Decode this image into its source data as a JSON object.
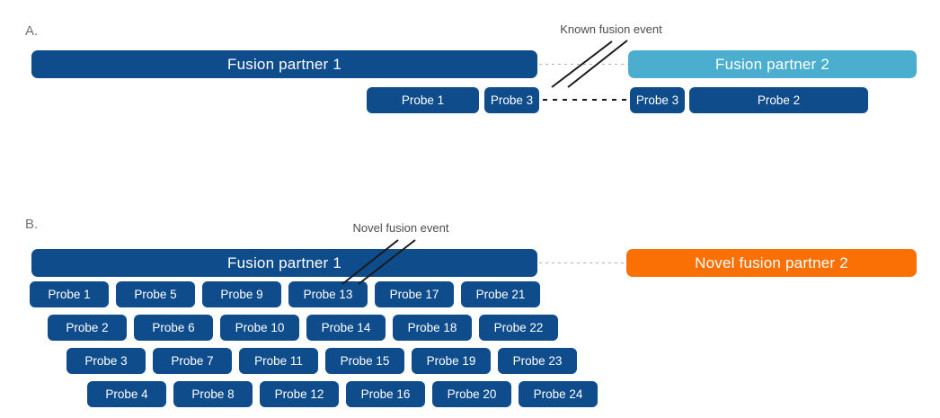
{
  "colors": {
    "dark_blue": "#0E4C8B",
    "light_blue": "#4BAECE",
    "orange": "#FB7005",
    "label_gray": "#737373",
    "annotation_gray": "#4D4D4D",
    "dash_gray": "#B3B3B3",
    "slash_black": "#1A1A1A"
  },
  "panel_a": {
    "label": "A.",
    "annotation": "Known fusion event",
    "partner1": "Fusion partner 1",
    "partner2": "Fusion partner 2",
    "probes_left": [
      "Probe 1",
      "Probe 3"
    ],
    "probes_right": [
      "Probe 3",
      "Probe 2"
    ]
  },
  "panel_b": {
    "label": "B.",
    "annotation": "Novel fusion event",
    "partner1": "Fusion partner 1",
    "partner2": "Novel fusion partner 2",
    "probe_rows": [
      [
        "Probe 1",
        "Probe 5",
        "Probe 9",
        "Probe 13",
        "Probe 17",
        "Probe 21"
      ],
      [
        "Probe 2",
        "Probe 6",
        "Probe 10",
        "Probe 14",
        "Probe 18",
        "Probe 22"
      ],
      [
        "Probe 3",
        "Probe 7",
        "Probe 11",
        "Probe 15",
        "Probe 19",
        "Probe 23"
      ],
      [
        "Probe 4",
        "Probe 8",
        "Probe 12",
        "Probe 16",
        "Probe 20",
        "Probe 24"
      ]
    ]
  }
}
